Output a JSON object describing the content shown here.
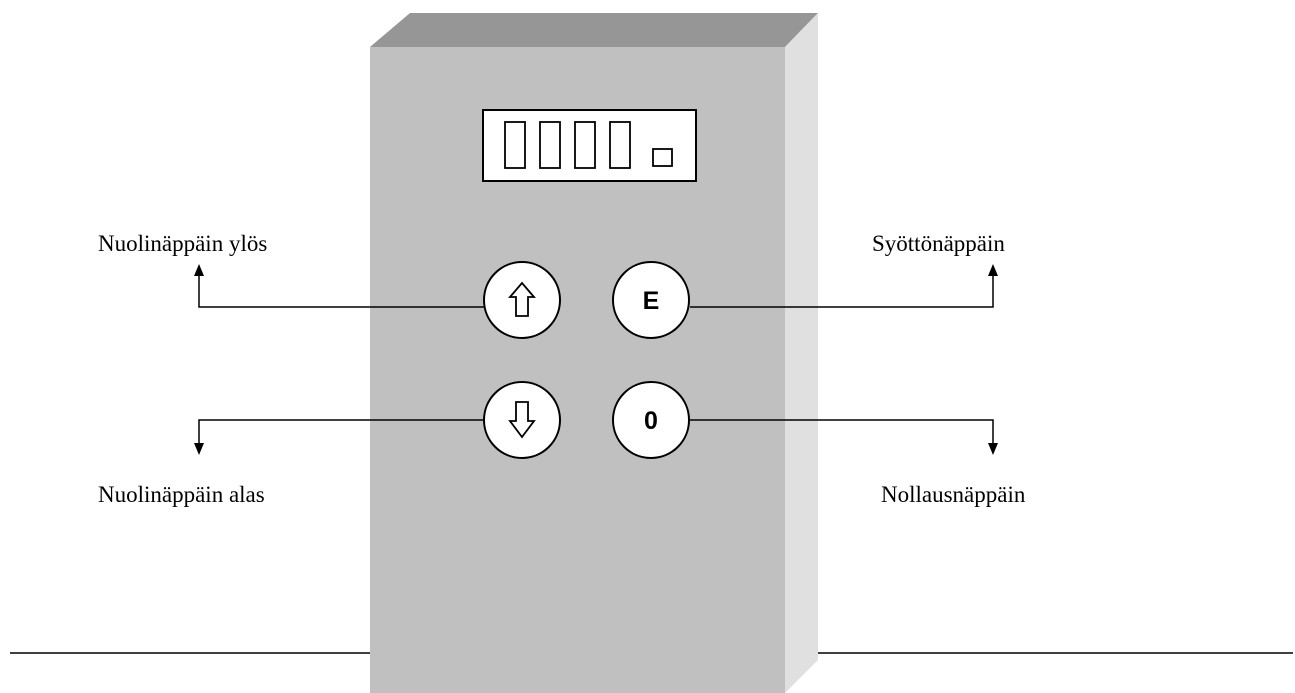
{
  "labels": {
    "up_key": "Nuolinäppäin ylös",
    "down_key": "Nuolinäppäin alas",
    "enter_key": "Syöttönäppäin",
    "reset_key": "Nollausnäppäin"
  },
  "buttons": {
    "up": {
      "icon": "arrow-up-outline-icon"
    },
    "down": {
      "icon": "arrow-down-outline-icon"
    },
    "enter": {
      "text": "E"
    },
    "reset": {
      "text": "0"
    }
  },
  "display": {
    "digit_count": 4,
    "decimal_point": true
  },
  "colors": {
    "panel_front": "#c0c0c0",
    "panel_top": "#969696",
    "panel_side": "#e0e0e0",
    "outline": "#000000"
  }
}
